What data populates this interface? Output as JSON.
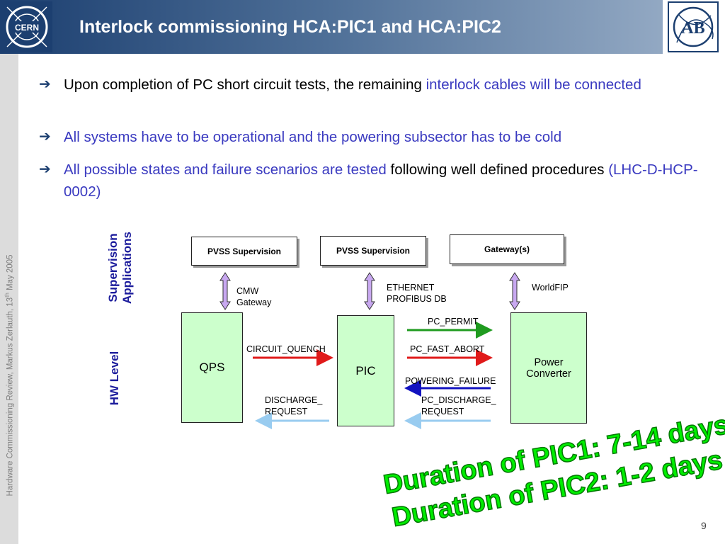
{
  "header": {
    "title": "Interlock commissioning HCA:PIC1 and HCA:PIC2",
    "left_logo_text": "CERN",
    "right_logo_text": "AB"
  },
  "sidebar": {
    "footer_text_main": "Hardware Commissioning Review, Markus Zerlauth, 13",
    "footer_text_sup": "th",
    "footer_text_end": " May 2005"
  },
  "bullets": [
    {
      "part1": "Upon completion of PC short circuit tests, the remaining ",
      "part2_blue": "interlock cables will be connected",
      "part3": ""
    },
    {
      "part1": "",
      "part2_blue": "All systems have to be operational and the powering subsector has to be cold",
      "part3": ""
    },
    {
      "part1": "",
      "part2_blue": "All possible states and failure scenarios are tested ",
      "part3": "following well defined procedures ",
      "part4_blue": "(LHC-D-HCP-0002)"
    }
  ],
  "diagram": {
    "levels": {
      "supervision_line1": "Supervision",
      "supervision_line2": "Applications",
      "hw": "HW Level"
    },
    "supervision_boxes": [
      "PVSS Supervision",
      "PVSS Supervision",
      "Gateway(s)"
    ],
    "link_labels": {
      "cmw_line1": "CMW",
      "cmw_line2": "Gateway",
      "eth_line1": "ETHERNET",
      "eth_line2": "PROFIBUS DB",
      "worldfip": "WorldFIP"
    },
    "hw_boxes": {
      "qps": "QPS",
      "pic": "PIC",
      "pc_line1": "Power",
      "pc_line2": "Converter"
    },
    "signals": {
      "circuit_quench": "CIRCUIT_QUENCH",
      "discharge_line1": "DISCHARGE_",
      "discharge_line2": "REQUEST",
      "pc_permit": "PC_PERMIT",
      "pc_fast_abort": "PC_FAST_ABORT",
      "powering_failure": "POWERING_FAILURE",
      "pc_discharge_line1": "PC_DISCHARGE_",
      "pc_discharge_line2": "REQUEST"
    },
    "colors": {
      "green_arrow": "#1f9b1f",
      "red_arrow": "#e01a1a",
      "blue_arrow": "#1212c0",
      "light_blue_arrow": "#99ccf0",
      "link_arrow": "#c8a8f0",
      "hw_box": "#ccffcc"
    }
  },
  "durations": {
    "pic1": "Duration of PIC1: 7-14 days",
    "pic2": "Duration of PIC2: 1-2 days"
  },
  "page_number": "9"
}
